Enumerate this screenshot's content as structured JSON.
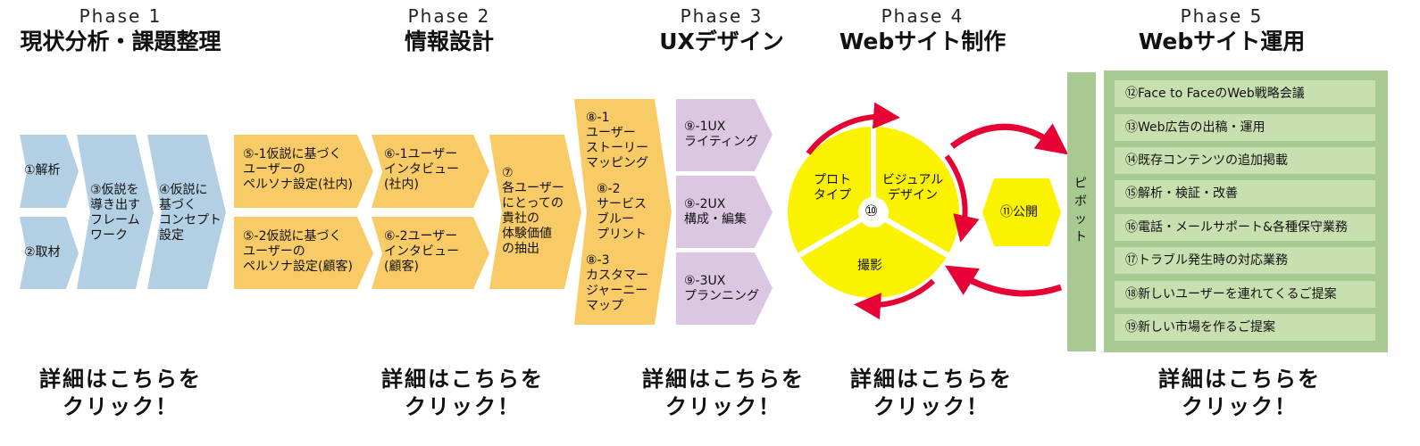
{
  "colors": {
    "blue": "#b3cfe3",
    "orange": "#f8cb66",
    "lavender": "#dcc7e3",
    "yellow": "#fbf200",
    "red": "#e60033",
    "green_dark": "#a9c993",
    "green_light": "#c8e0b0"
  },
  "phases": [
    {
      "number": "Phase 1",
      "title": "現状分析・課題整理",
      "click": "詳細はこちらを\nクリック！"
    },
    {
      "number": "Phase 2",
      "title": "情報設計",
      "click": "詳細はこちらを\nクリック！"
    },
    {
      "number": "Phase 3",
      "title": "UXデザイン",
      "click": "詳細はこちらを\nクリック！"
    },
    {
      "number": "Phase 4",
      "title": "Webサイト制作",
      "click": "詳細はこちらを\nクリック！"
    },
    {
      "number": "Phase 5",
      "title": "Webサイト運用",
      "click": "詳細はこちらを\nクリック！"
    }
  ],
  "phase1": {
    "s1": "①解析",
    "s2": "②取材",
    "s3": "③仮説を\n導き出す\nフレーム\nワーク",
    "s4": "④仮説に\n基づく\nコンセプト\n設定"
  },
  "phase2": {
    "s5_1": "⑤-1仮説に基づく\nユーザーの\nペルソナ設定(社内)",
    "s5_2": "⑤-2仮説に基づく\nユーザーの\nペルソナ設定(顧客)",
    "s6_1": "⑥-1ユーザー\nインタビュー\n(社内)",
    "s6_2": "⑥-2ユーザー\nインタビュー\n(顧客)",
    "s7": "⑦\n各ユーザー\nにとっての\n貴社の\n体験価値\nの抽出"
  },
  "phase3": {
    "s8_1": "⑧-1\nユーザー\nストーリー\nマッピング",
    "s8_2": "⑧-2\nサービス\nブルー\nプリント",
    "s8_3": "⑧-3\nカスタマー\nジャーニー\nマップ",
    "s9_1": "⑨-1UX\nライティング",
    "s9_2": "⑨-2UX\n構成・編集",
    "s9_3": "⑨-3UX\nプランニング"
  },
  "phase4": {
    "center": "⑩",
    "proto": "プロト\nタイプ",
    "visual": "ビジュアル\nデザイン",
    "photo": "撮影",
    "publish": "⑪公開"
  },
  "phase5": {
    "pivot": "ピ\nボ\nッ\nト",
    "items": [
      "⑫Face to FaceのWeb戦略会議",
      "⑬Web広告の出稿・運用",
      "⑭既存コンテンツの追加掲載",
      "⑮解析・検証・改善",
      "⑯電話・メールサポート&各種保守業務",
      "⑰トラブル発生時の対応業務",
      "⑱新しいユーザーを連れてくるご提案",
      "⑲新しい市場を作るご提案"
    ]
  }
}
